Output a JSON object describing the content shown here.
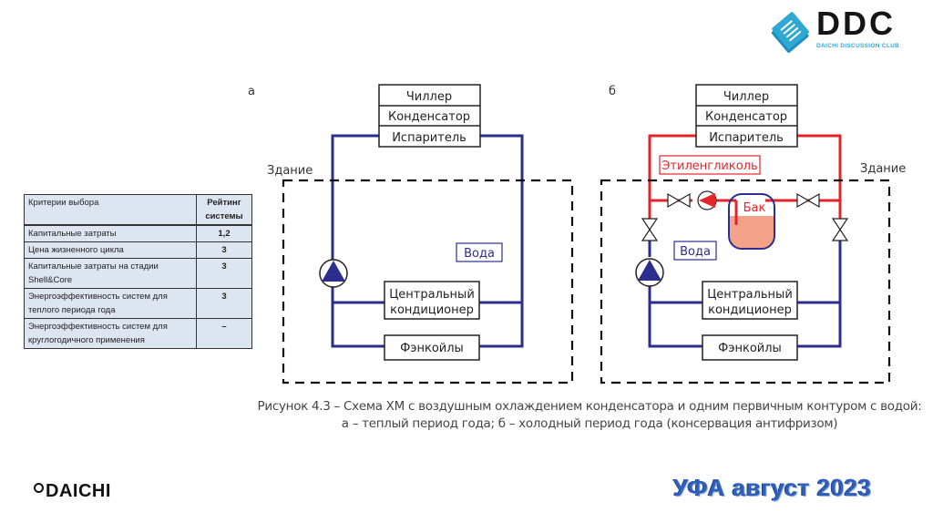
{
  "logo_top_right": {
    "name": "DDC",
    "subtitle": "DAICHI DISCUSSION CLUB",
    "icon": "book-icon",
    "accent_color": "#2fa8d4"
  },
  "table": {
    "headers": [
      "Критерии выбора",
      "Рейтинг системы"
    ],
    "rows": [
      {
        "criterion": "Капитальные затраты",
        "rating": "1,2"
      },
      {
        "criterion": "Цена жизненного цикла",
        "rating": "3"
      },
      {
        "criterion": "Капитальные затраты на стадии Shell&Core",
        "rating": "3"
      },
      {
        "criterion": "Энергоэффективность систем для теплого периода года",
        "rating": "3"
      },
      {
        "criterion": "Энергоэффективность систем для круглогодичного применения",
        "rating": "–"
      }
    ]
  },
  "diagram_a": {
    "label": "а",
    "chiller_rows": [
      "Чиллер",
      "Конденсатор",
      "Испаритель"
    ],
    "building_label": "Здание",
    "medium_label": "Вода",
    "unit_central": [
      "Центральный",
      "кондиционер"
    ],
    "unit_fancoils": "Фэнкойлы",
    "pipe_color": "#2b2e8f"
  },
  "diagram_b": {
    "label": "б",
    "chiller_rows": [
      "Чиллер",
      "Конденсатор",
      "Испаритель"
    ],
    "building_label": "Здание",
    "glycol_label": "Этиленгликоль",
    "tank_label": "Бак",
    "medium_label": "Вода",
    "unit_central": [
      "Центральный",
      "кондиционер"
    ],
    "unit_fancoils": "Фэнкойлы",
    "glycol_color": "#e3242b",
    "tank_fill_color": "#f4a38a"
  },
  "caption": {
    "line1": "Рисунок 4.3 – Схема ХМ с воздушным охлаждением конденсатора и одним первичным контуром с водой:",
    "line2": "а – теплый период года; б – холодный период года (консервация антифризом)"
  },
  "footer": {
    "brand": "DAICHI",
    "event": "УФА август 2023"
  }
}
